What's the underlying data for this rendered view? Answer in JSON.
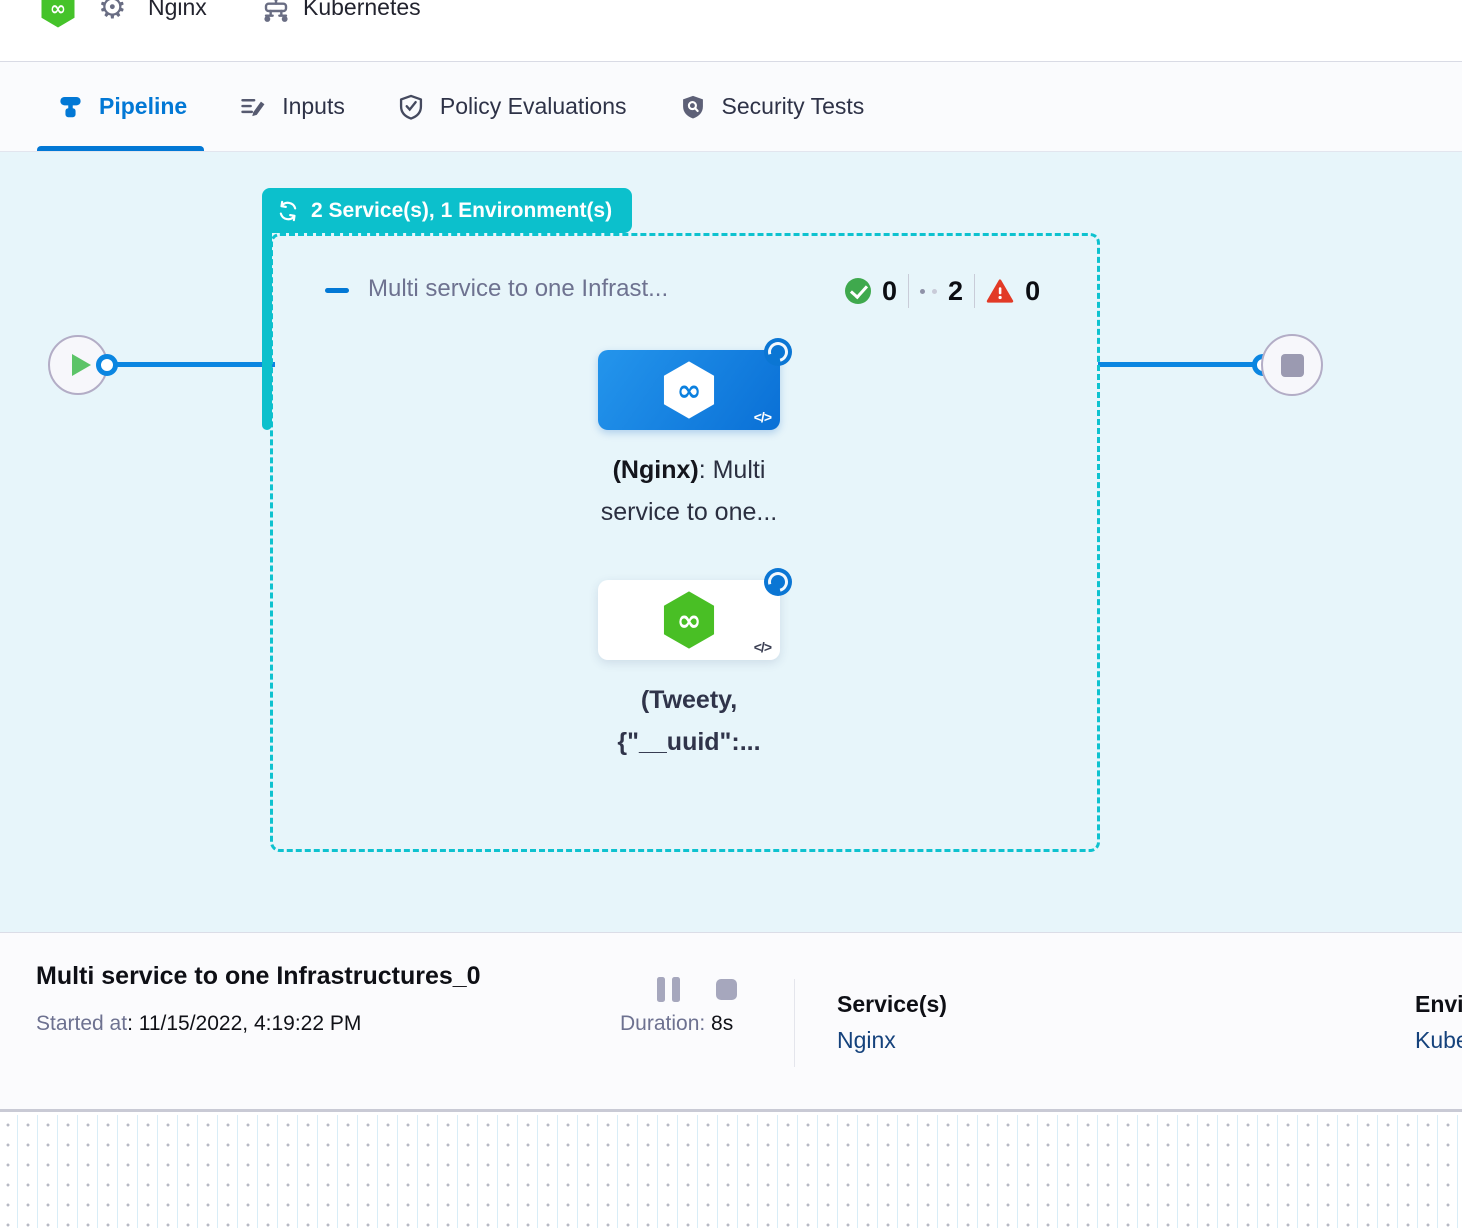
{
  "header": {
    "pipeline_name": "Nginx",
    "environment_name": "Kubernetes",
    "gear_glyph": "⚙"
  },
  "tabs": {
    "pipeline": "Pipeline",
    "inputs": "Inputs",
    "policy": "Policy Evaluations",
    "security": "Security Tests"
  },
  "canvas": {
    "stage_badge_label": "2 Service(s), 1 Environment(s)",
    "stage_name": "Multi service to one Infrast...",
    "status": {
      "success": "0",
      "running": "2",
      "failed": "0"
    },
    "node1": {
      "label_bold": "(Nginx)",
      "label_rest": ": Multi",
      "label_line2": "service to one...",
      "code_icon": "</>"
    },
    "node2": {
      "label_line1": "(Tweety,",
      "label_line2": "{\"__uuid\":...",
      "code_icon": "</>"
    }
  },
  "footer": {
    "title": "Multi service to one Infrastructures_0",
    "started_label": "Started at",
    "started_value": ": 11/15/2022, 4:19:22 PM",
    "duration_label": "Duration:",
    "duration_value": " 8s",
    "services_label": "Service(s)",
    "services_value": "Nginx",
    "environment_label": "Environment(s)",
    "environment_value": "Kubernetes"
  },
  "colors": {
    "accent_blue": "#0278d5",
    "teal": "#0cc0cc",
    "success_green": "#3fa94d",
    "error_red": "#e23a26",
    "canvas_bg": "#e7f5fa"
  }
}
